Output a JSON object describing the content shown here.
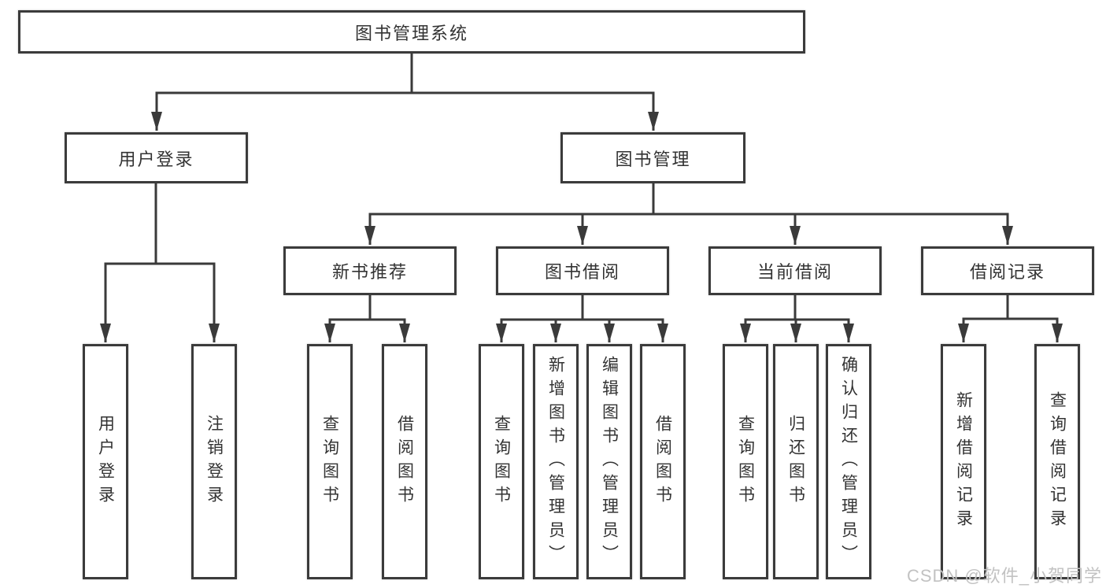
{
  "colors": {
    "line": "#3a3a3a",
    "box_border": "#3b3b3b",
    "text": "#333333",
    "watermark": "#c2c2c2",
    "background": "#ffffff"
  },
  "tree": {
    "root": "图书管理系统",
    "branches": [
      {
        "label": "用户登录",
        "children": [
          "用户登录",
          "注销登录"
        ]
      },
      {
        "label": "图书管理",
        "groups": [
          {
            "label": "新书推荐",
            "children": [
              "查询图书",
              "借阅图书"
            ]
          },
          {
            "label": "图书借阅",
            "children": [
              "查询图书",
              "新增图书（管理员）",
              "编辑图书（管理员）",
              "借阅图书"
            ]
          },
          {
            "label": "当前借阅",
            "children": [
              "查询图书",
              "归还图书",
              "确认归还（管理员）"
            ]
          },
          {
            "label": "借阅记录",
            "children": [
              "新增借阅记录",
              "查询借阅记录"
            ]
          }
        ]
      }
    ]
  },
  "watermark": "CSDN @软件_小贺同学"
}
